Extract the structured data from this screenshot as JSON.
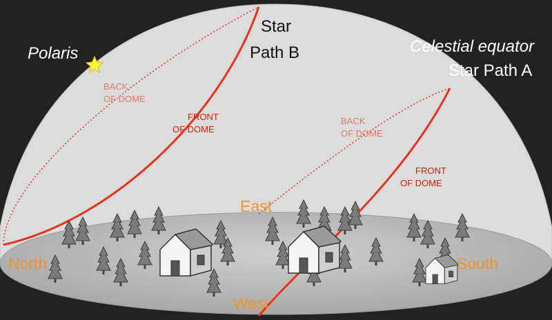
{
  "colors": {
    "background": "#222222",
    "dome": "#dcdcdc",
    "ground": "#bdbdbd",
    "star_path": "#e8321a",
    "direction_labels": "#f0922e",
    "polaris_star": "#fff23a"
  },
  "labels": {
    "polaris": "Polaris",
    "star_path_b_line1": "Star",
    "star_path_b_line2": "Path B",
    "celestial_equator": "Celestial equator",
    "star_path_a": "Star Path A",
    "back_of_dome_line1": "BACK",
    "back_of_dome_line2": "OF DOME",
    "front_of_dome_line1": "FRONT",
    "front_of_dome_line2": "OF DOME",
    "north": "North",
    "east": "East",
    "south": "South",
    "west": "West"
  },
  "icons": {
    "star": "star-icon",
    "tree": "pine-tree-icon",
    "house": "house-icon"
  }
}
